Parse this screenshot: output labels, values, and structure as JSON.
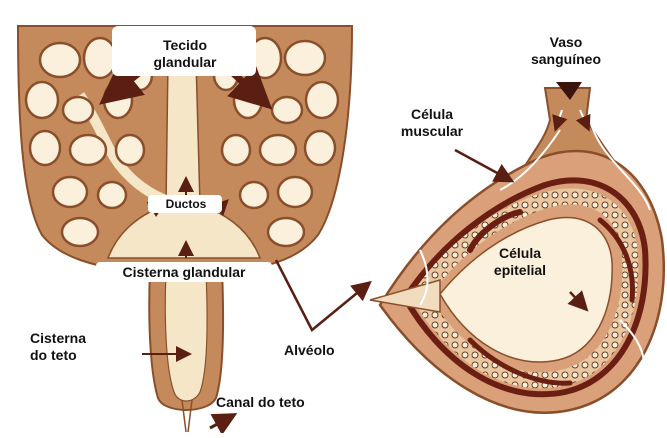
{
  "labels": {
    "tecido_glandular": [
      "Tecido",
      "glandular"
    ],
    "ductos": "Ductos",
    "cisterna_glandular": "Cisterna glandular",
    "cisterna_do_teto": [
      "Cisterna",
      "do teto"
    ],
    "canal_do_teto": "Canal do teto",
    "alveolo": "Alvéolo",
    "vaso_sanguineo": [
      "Vaso",
      "sanguíneo"
    ],
    "celula_muscular": [
      "Célula",
      "muscular"
    ],
    "celula_epitelial": [
      "Célula",
      "epitelial"
    ]
  },
  "colors": {
    "tissue": "#c58a5c",
    "tissue_dark": "#8a4f2a",
    "cistern": "#f6e6c8",
    "lobule_fill": "#fbf0dc",
    "arrow": "#5a1f12",
    "muscle": "#6b1f12",
    "alveolus_outer": "#d9a07a"
  },
  "icons": [
    "arrow-icon",
    "blood-vessel-icon",
    "muscle-cell-icon",
    "epithelial-cell-icon"
  ]
}
